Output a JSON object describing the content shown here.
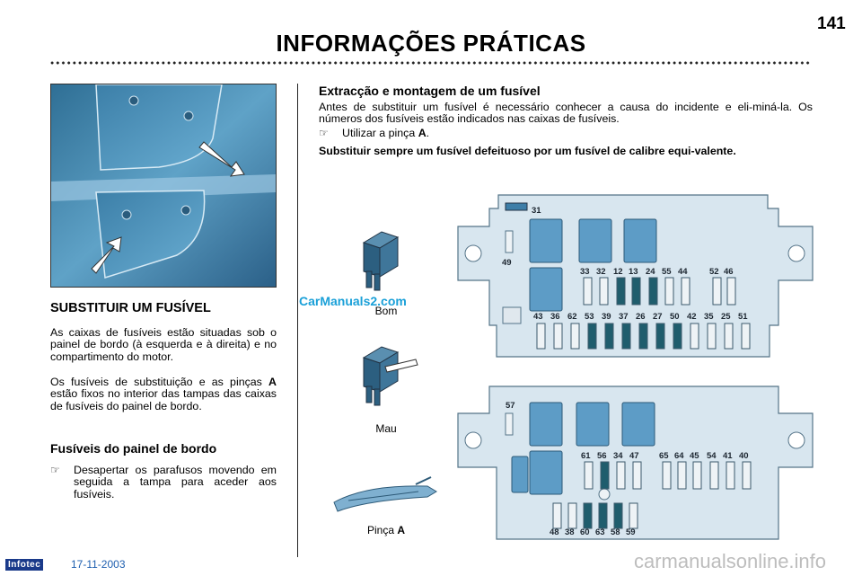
{
  "page": {
    "number": "141",
    "title": "INFORMAÇÕES PRÁTICAS"
  },
  "left": {
    "heading": "SUBSTITUIR UM FUSÍVEL",
    "p1": "As caixas de fusíveis estão situadas sob o painel de bordo (à esquerda e à direita) e no compartimento do motor.",
    "p2_before": "Os fusíveis de substituição e as pinças ",
    "p2_bold": "A",
    "p2_after": " estão fixos no interior das tampas das caixas de fusíveis do painel de bordo.",
    "dash_heading": "Fusíveis do painel de bordo",
    "dash_bullet": "Desapertar os parafusos movendo em seguida a tampa para aceder aos fusíveis."
  },
  "right": {
    "heading": "Extracção e montagem de um fusível",
    "p1": "Antes de substituir um fusível é necessário conhecer a causa do incidente e eli-miná-la. Os números dos fusíveis estão indicados nas caixas de fusíveis.",
    "bullet_text": "Utilizar a pinça ",
    "bullet_bold": "A",
    "bullet_end": ".",
    "warning": "Substituir sempre um fusível defeituoso por um fusível de calibre equi-valente."
  },
  "bullet_glyph": "☞",
  "captions": {
    "good": "Bom",
    "bad": "Mau",
    "tweezers": "Pinça ",
    "tweezers_bold": "A"
  },
  "fusebox_top": {
    "top_label": "31",
    "side_label": "49",
    "upper_row": [
      "33",
      "32",
      "12",
      "13",
      "24",
      "55",
      "44",
      "52",
      "46"
    ],
    "lower_row": [
      "43",
      "36",
      "62",
      "53",
      "39",
      "37",
      "26",
      "27",
      "50",
      "42",
      "35",
      "25",
      "51"
    ]
  },
  "fusebox_bottom": {
    "side_label": "57",
    "upper_row": [
      "61",
      "56",
      "34",
      "47",
      "65",
      "64",
      "45",
      "54",
      "41",
      "40"
    ],
    "lower_row": [
      "48",
      "38",
      "60",
      "63",
      "58",
      "59"
    ]
  },
  "watermark": "CarManuals2.com",
  "footer": {
    "logo": "Infotec",
    "date": "17-11-2003",
    "site": "carmanualsonline.info"
  },
  "colors": {
    "box_fill": "#d8e6ef",
    "block_fill": "#5d9cc6",
    "fuse_dark": "#1f5d6d",
    "fuse_light": "#eef3f6",
    "watermark": "#1aa0d8"
  }
}
